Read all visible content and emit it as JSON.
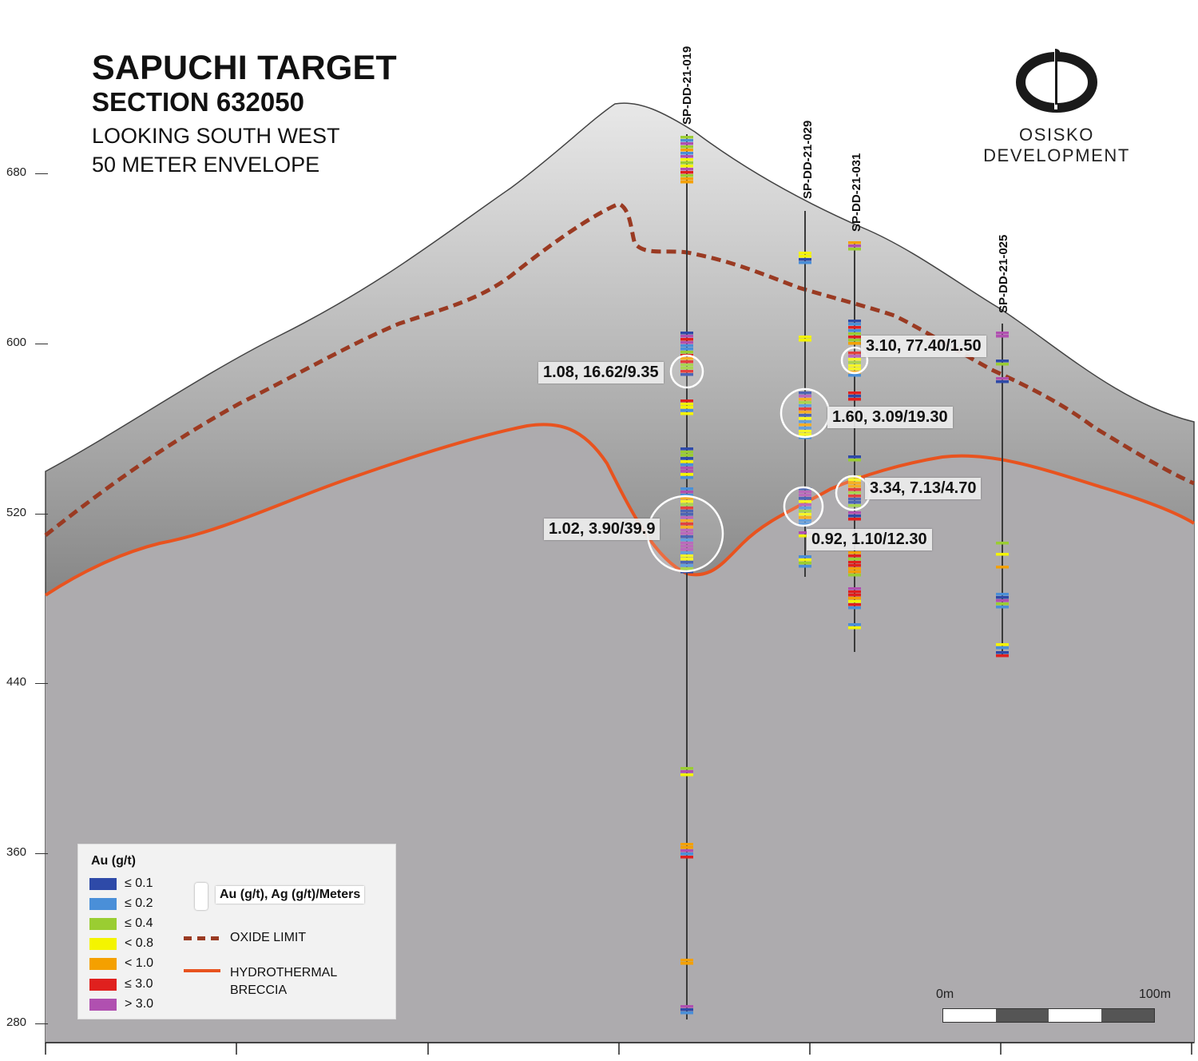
{
  "title": "SAPUCHI TARGET",
  "subtitle": "SECTION 632050",
  "view_direction": "LOOKING SOUTH WEST",
  "envelope": "50 METER ENVELOPE",
  "logo_text": "OSISKO DEVELOPMENT",
  "elevation_labels": [
    "680",
    "600",
    "520",
    "440",
    "360",
    "280"
  ],
  "drill_holes": [
    "SP-DD-21-019",
    "SP-DD-21-029",
    "SP-DD-21-031",
    "SP-DD-21-025"
  ],
  "intercepts": [
    {
      "label": "1.08, 16.62/9.35"
    },
    {
      "label": "1.02, 3.90/39.9"
    },
    {
      "label": "1.60, 3.09/19.30"
    },
    {
      "label": "0.92, 1.10/12.30"
    },
    {
      "label": "3.10, 77.40/1.50"
    },
    {
      "label": "3.34, 7.13/4.70"
    }
  ],
  "legend": {
    "title": "Au (g/t)",
    "grades": [
      {
        "label": "≤ 0.1",
        "color": "#2e4aa8"
      },
      {
        "label": "≤ 0.2",
        "color": "#4a8fd8"
      },
      {
        "label": "≤ 0.4",
        "color": "#9acd32"
      },
      {
        "label": "< 0.8",
        "color": "#f4f400"
      },
      {
        "label": "< 1.0",
        "color": "#f4a000"
      },
      {
        "label": "≤ 3.0",
        "color": "#e0201e"
      },
      {
        "label": "> 3.0",
        "color": "#b050b0"
      }
    ],
    "intercept_key": "Au (g/t), Ag (g/t)/Meters",
    "oxide_limit": "OXIDE LIMIT",
    "breccia_line1": "HYDROTHERMAL",
    "breccia_line2": "BRECCIA"
  },
  "scale_bar": {
    "start": "0m",
    "end": "100m"
  },
  "colors": {
    "oxide": "#9a3a22",
    "breccia": "#e8531f",
    "rock": "#adabae"
  }
}
